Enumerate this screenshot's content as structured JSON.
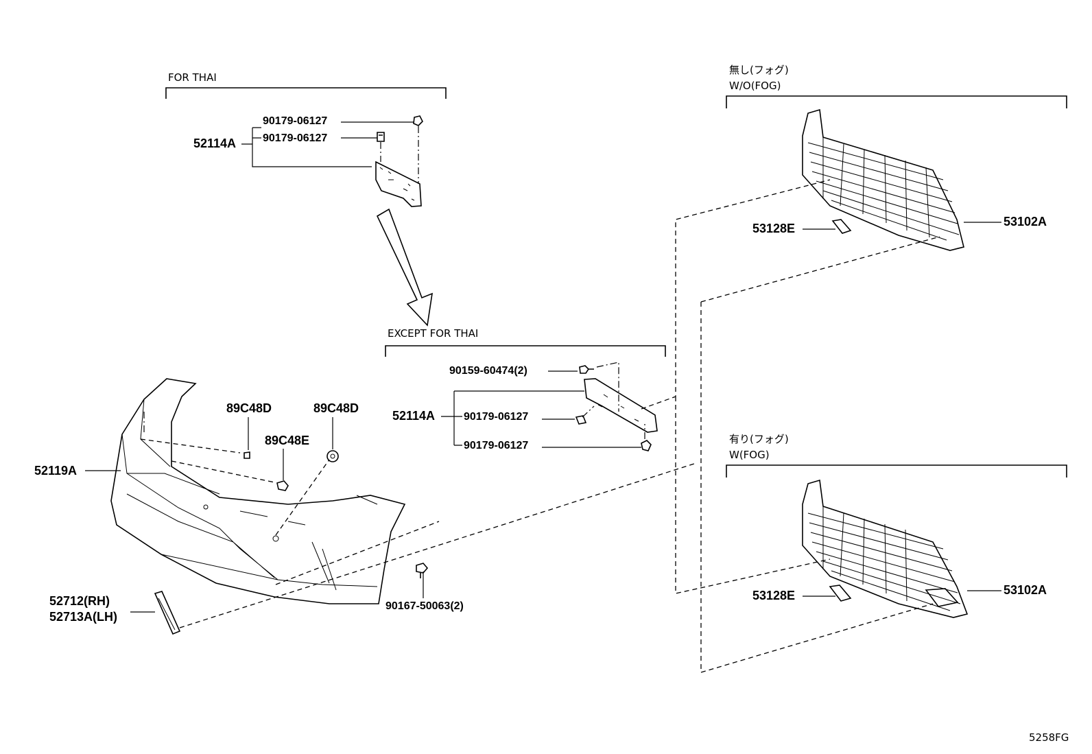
{
  "groups": {
    "for_thai": "FOR THAI",
    "except_for_thai": "EXCEPT FOR THAI",
    "wo_fog_jp": "無し(フォグ)",
    "wo_fog": "W/O(FOG)",
    "w_fog_jp": "有り(フォグ)",
    "w_fog": "W(FOG)"
  },
  "parts": {
    "bracket_thai": "52114A",
    "clip_thai_1": "90179-06127",
    "clip_thai_2": "90179-06127",
    "bracket_except": "52114A",
    "screw_except": "90159-60474(2)",
    "clip_except_1": "90179-06127",
    "clip_except_2": "90179-06127",
    "sensor_left": "89C48D",
    "sensor_right": "89C48D",
    "sensor_retainer": "89C48E",
    "bumper_cover": "52119A",
    "molding_rh": "52712(RH)",
    "molding_lh": "52713A(LH)",
    "screw_bumper": "90167-50063(2)",
    "grille_wo_fog": "53102A",
    "emblem_wo_fog": "53128E",
    "grille_w_fog": "53102A",
    "emblem_w_fog": "53128E"
  },
  "reference_code": "5258FG"
}
